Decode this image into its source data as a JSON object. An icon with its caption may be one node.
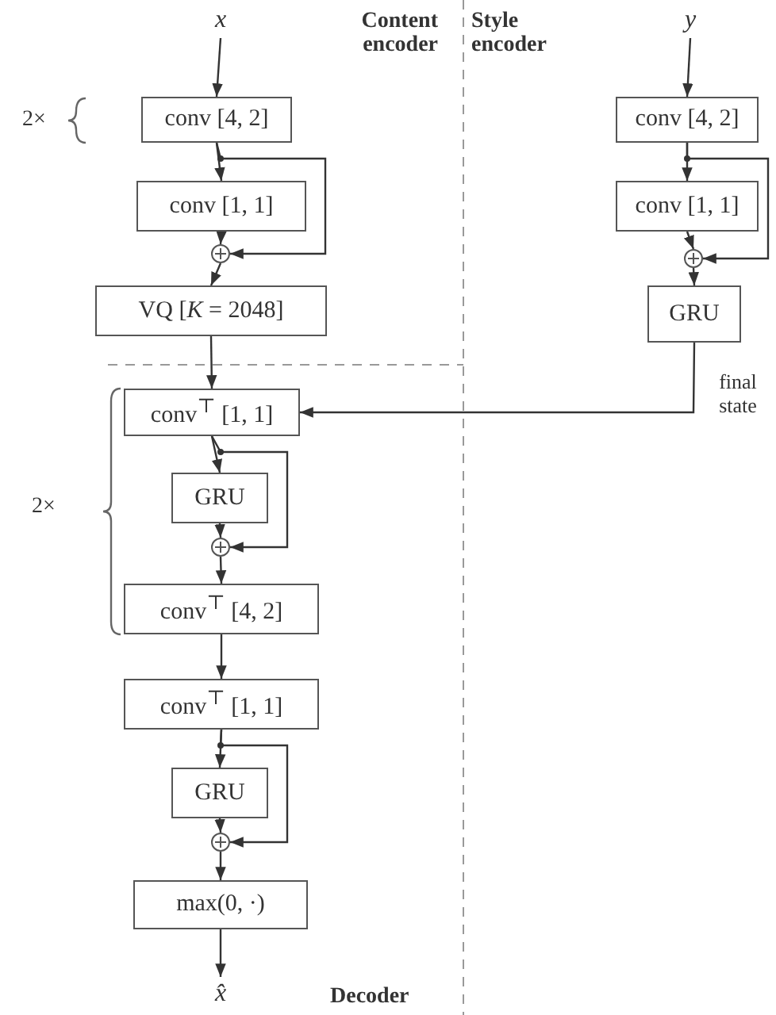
{
  "diagram": {
    "nodes": [
      {
        "text": [
          "x"
        ]
      },
      {
        "text": [
          "conv [4, 2]"
        ]
      },
      {
        "text": [
          "conv [1, 1]"
        ]
      },
      {
        "text": [],
        "shape": "circle"
      },
      {
        "text": [
          "VQ [*K* = 2048]"
        ]
      },
      {
        "text": [
          "conv$^{⊤}$ [1, 1]"
        ]
      },
      {
        "text": [
          "GRU"
        ]
      },
      {
        "text": [],
        "shape": "circle"
      },
      {
        "text": [
          "conv$^{⊤}$ [4, 2]"
        ]
      },
      {
        "text": [
          "conv$^{⊤}$ [1, 1]"
        ]
      },
      {
        "text": [
          "GRU"
        ]
      },
      {
        "text": [],
        "shape": "circle"
      },
      {
        "text": [
          "max(0, ·)"
        ]
      },
      {
        "text": [
          "x̂"
        ]
      },
      {
        "text": [
          "y"
        ]
      },
      {
        "text": [
          "conv [4, 2]"
        ]
      },
      {
        "text": [
          "conv [1, 1]"
        ]
      },
      {
        "text": [],
        "shape": "circle"
      },
      {
        "text": [
          "GRU"
        ]
      }
    ],
    "edges": [
      {
        "from": 0,
        "to": 1,
        "arrow": "to"
      },
      {
        "from": 1,
        "to": 2,
        "arrow": "to"
      },
      {
        "from": 2,
        "to": 3,
        "arrow": "to"
      },
      {
        "from": 1,
        "to": 3,
        "arrow": "to"
      },
      {
        "from": 3,
        "to": 4,
        "arrow": "to"
      },
      {
        "from": 4,
        "to": 5,
        "arrow": "to"
      },
      {
        "from": 5,
        "to": 6,
        "arrow": "to"
      },
      {
        "from": 6,
        "to": 7,
        "arrow": "to"
      },
      {
        "from": 5,
        "to": 7,
        "arrow": "to"
      },
      {
        "from": 7,
        "to": 8,
        "arrow": "to"
      },
      {
        "from": 8,
        "to": 9,
        "arrow": "to"
      },
      {
        "from": 9,
        "to": 10,
        "arrow": "to"
      },
      {
        "from": 10,
        "to": 11,
        "arrow": "to"
      },
      {
        "from": 9,
        "to": 11,
        "arrow": "to"
      },
      {
        "from": 11,
        "to": 12,
        "arrow": "to"
      },
      {
        "from": 12,
        "to": 13,
        "arrow": "to"
      },
      {
        "from": 14,
        "to": 15,
        "arrow": "to"
      },
      {
        "from": 15,
        "to": 16,
        "arrow": "to"
      },
      {
        "from": 16,
        "to": 17,
        "arrow": "to"
      },
      {
        "from": 15,
        "to": 17,
        "arrow": "to"
      },
      {
        "from": 17,
        "to": 18,
        "arrow": "to"
      },
      {
        "from": 18,
        "to": 5,
        "label": "final state",
        "arrow": "to"
      }
    ],
    "labels": [
      "Content encoder",
      "Style encoder",
      "2×",
      "2×",
      "Decoder"
    ]
  }
}
